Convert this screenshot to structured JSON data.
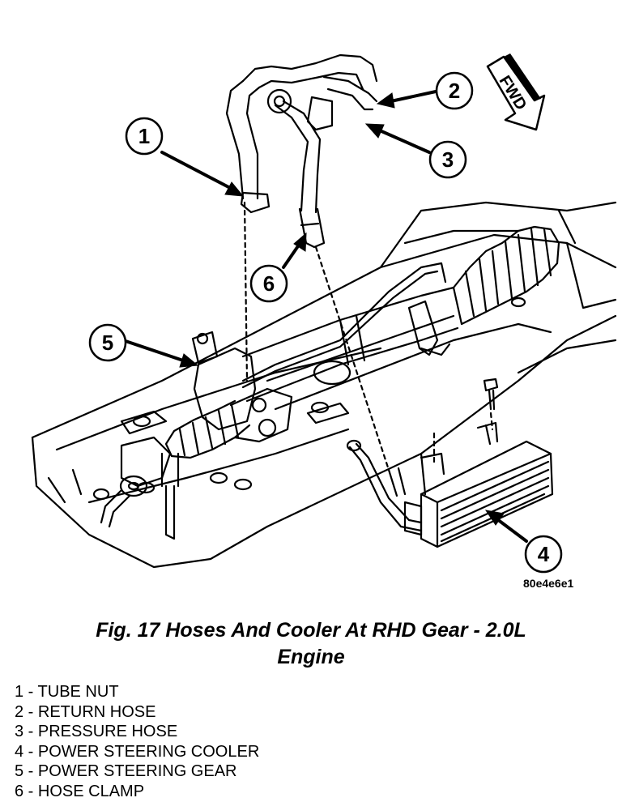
{
  "figure": {
    "callouts": [
      {
        "id": "callout-1",
        "number": "1"
      },
      {
        "id": "callout-2",
        "number": "2"
      },
      {
        "id": "callout-3",
        "number": "3"
      },
      {
        "id": "callout-4",
        "number": "4"
      },
      {
        "id": "callout-5",
        "number": "5"
      },
      {
        "id": "callout-6",
        "number": "6"
      }
    ],
    "direction_label": "FWD",
    "ref_code": "80e4e6e1"
  },
  "caption": {
    "line1": "Fig. 17 Hoses And Cooler At RHD Gear - 2.0L",
    "line2": "Engine"
  },
  "legend": {
    "items": [
      "1 - TUBE NUT",
      "2 - RETURN HOSE",
      "3 - PRESSURE HOSE",
      "4 - POWER STEERING COOLER",
      "5 - POWER STEERING GEAR",
      "6 - HOSE CLAMP"
    ]
  }
}
